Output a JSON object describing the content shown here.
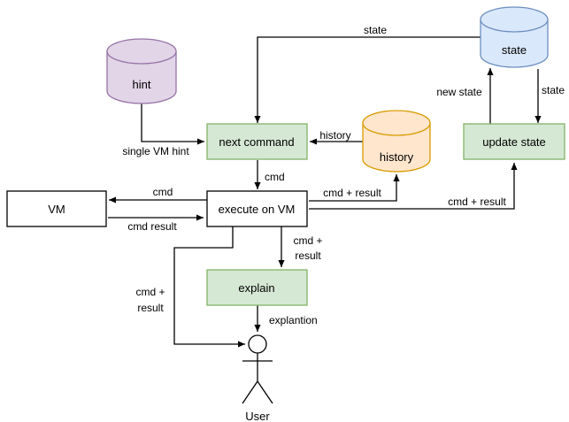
{
  "colors": {
    "hint_fill": "#e1d5e7",
    "hint_stroke": "#9673a6",
    "state_fill": "#dae8fc",
    "state_stroke": "#6c8ebf",
    "history_fill": "#ffe6cc",
    "history_stroke": "#d79b00",
    "process_fill": "#d5e8d4",
    "process_stroke": "#82b366",
    "plain_fill": "#ffffff",
    "plain_stroke": "#000000"
  },
  "nodes": {
    "hint": "hint",
    "state": "state",
    "history": "history",
    "next_command": "next command",
    "update_state": "update state",
    "vm": "VM",
    "execute": "execute on VM",
    "explain": "explain",
    "user": "User"
  },
  "edges": {
    "state_to_next": "state",
    "state_to_update": "state",
    "update_to_state": "new state",
    "hint_to_next": "single VM hint",
    "history_to_next": "history",
    "next_to_execute": "cmd",
    "execute_to_vm": "cmd",
    "vm_to_execute": "cmd result",
    "execute_to_history": "cmd + result",
    "execute_to_update": "cmd + result",
    "execute_to_explain_1": "cmd +",
    "execute_to_explain_2": "result",
    "execute_to_user_1": "cmd +",
    "execute_to_user_2": "result",
    "explain_to_user": "explantion"
  }
}
